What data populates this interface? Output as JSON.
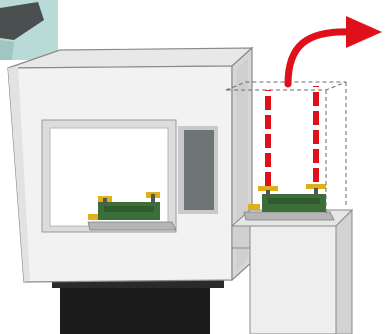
{
  "diagram": {
    "scene": "machining-center-with-side-fixture-station",
    "parts": [
      {
        "name": "machine-enclosure",
        "icon": "cabinet-shape"
      },
      {
        "name": "machine-window",
        "icon": "window-shape"
      },
      {
        "name": "control-panel",
        "icon": "panel-shape"
      },
      {
        "name": "machine-base",
        "icon": "base-shape"
      },
      {
        "name": "fixture-inside-machine",
        "icon": "fixture-icon"
      },
      {
        "name": "setup-station",
        "icon": "table-shape"
      },
      {
        "name": "fixture-on-station",
        "icon": "fixture-icon"
      },
      {
        "name": "lift-path-lines",
        "icon": "dashed-line"
      },
      {
        "name": "transfer-arrow",
        "icon": "curved-arrow-icon"
      },
      {
        "name": "corner-photo-inset",
        "icon": "photo-thumbnail"
      }
    ],
    "colors": {
      "cabinet_front": "#f2f2f2",
      "cabinet_side": "#d7d7d7",
      "cabinet_top": "#e8e8e8",
      "outline": "#8a8a8a",
      "window_frame": "#dcdcdc",
      "window_glass": "#ffffff",
      "panel": "#6f7477",
      "base": "#1c1c1c",
      "fixture_green": "#3c6e3a",
      "fixture_yellow": "#e0b01c",
      "arrow_red": "#e0101a",
      "dashed_red": "#e0101a",
      "inset_teal": "#b9dbd7",
      "inset_dark": "#4a4f4f"
    }
  }
}
